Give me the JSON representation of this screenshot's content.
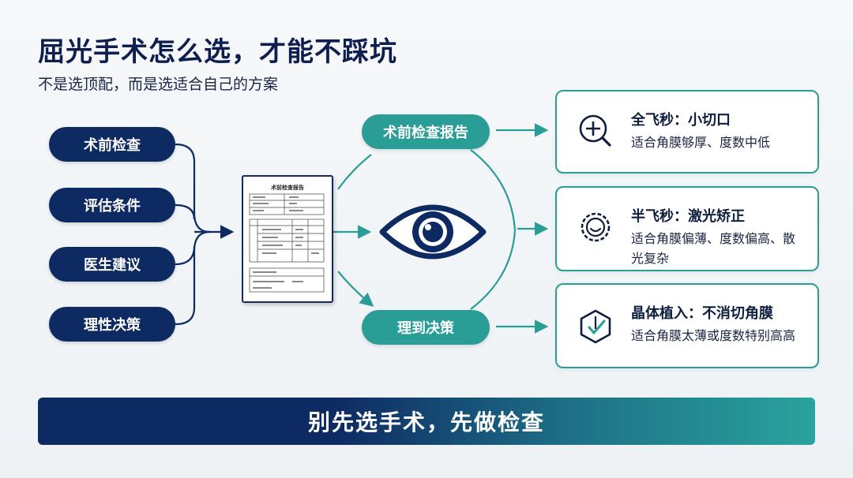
{
  "header": {
    "title": "屈光手术怎么选，才能不踩坑",
    "subtitle": "不是选顶配，而是选适合自己的方案"
  },
  "steps": [
    {
      "label": "术前检查"
    },
    {
      "label": "评估条件"
    },
    {
      "label": "医生建议"
    },
    {
      "label": "理性决策"
    }
  ],
  "document": {
    "title": "术前检查报告"
  },
  "center": {
    "report_label": "术前检查报告",
    "decision_label": "理到决策"
  },
  "options": [
    {
      "title": "全飞秒：小切口",
      "desc": "适合角膜够厚、度数中低",
      "icon": "magnifier-plus-icon"
    },
    {
      "title": "半飞秒：激光矫正",
      "desc": "适合角膜偏薄、度数偏高、散光复杂",
      "icon": "circle-face-icon"
    },
    {
      "title": "晶体植入：不消切角膜",
      "desc": "适合角膜太薄或度数特别高高",
      "icon": "hexagon-check-icon"
    }
  ],
  "banner": {
    "text": "别先选手术，先做检查"
  },
  "colors": {
    "navy": "#0e2a63",
    "teal": "#2a9d97"
  }
}
